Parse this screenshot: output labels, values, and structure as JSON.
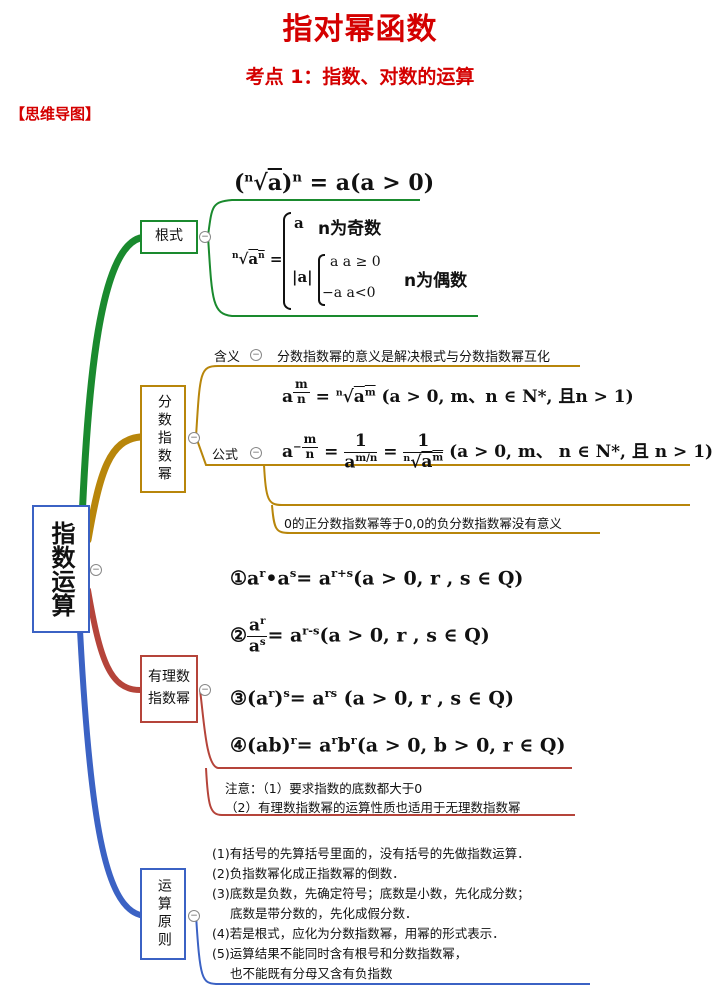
{
  "header": {
    "title": "指对幂函数",
    "subtitle": "考点 1：指数、对数的运算",
    "tag": "【思维导图】"
  },
  "colors": {
    "title_red": "#d40000",
    "branch_green": "#1a8a2e",
    "branch_gold": "#b8860b",
    "branch_red": "#b5443a",
    "branch_blue": "#3b62c4"
  },
  "root": {
    "label": "指数运算"
  },
  "branches": {
    "radical": {
      "label": "根式",
      "formula1": "(ⁿ√a)ⁿ = a(a > 0)",
      "case_odd_value": "a",
      "case_odd": "n为奇数",
      "case_even": "n为偶数",
      "abs_a": "|a|",
      "sub_pos": "a   a ≥ 0",
      "sub_neg": "−a  a<0"
    },
    "fractional": {
      "label": "分数指数幂",
      "meaning_label": "含义",
      "meaning": "分数指数幂的意义是解决根式与分数指数幂互化",
      "formula_label": "公式",
      "f1_cond": "(a > 0, m、n ∈ N*, 且n > 1)",
      "f2_cond": "(a > 0, m、 n ∈ N*, 且 n > 1)",
      "note": "0的正分数指数幂等于0,0的负分数指数幂没有意义"
    },
    "rational": {
      "label": "有理数指数幂",
      "r1": "a^r•a^s = a^(r+s) (a > 0, r , s ∈ Q)",
      "r2": "a^r / a^s = a^(r-s) (a > 0, r , s ∈ Q)",
      "r3": "(a^r)^s = a^rs (a > 0, r , s ∈ Q)",
      "r4": "(ab)^r = a^r b^r (a > 0, b > 0, r ∈ Q)",
      "note1": "注意：（1）要求指数的底数都大于0",
      "note2": "（2）有理数指数幂的运算性质也适用于无理数指数幂"
    },
    "rules": {
      "label": "运算原则",
      "items": [
        "(1)有括号的先算括号里面的，没有括号的先做指数运算．",
        "(2)负指数幂化成正指数幂的倒数．",
        "(3)底数是负数，先确定符号；底数是小数，先化成分数；",
        "底数是带分数的，先化成假分数．",
        "(4)若是根式，应化为分数指数幂，用幂的形式表示．",
        "(5)运算结果不能同时含有根号和分数指数幂，",
        "也不能既有分母又含有负指数"
      ]
    }
  }
}
